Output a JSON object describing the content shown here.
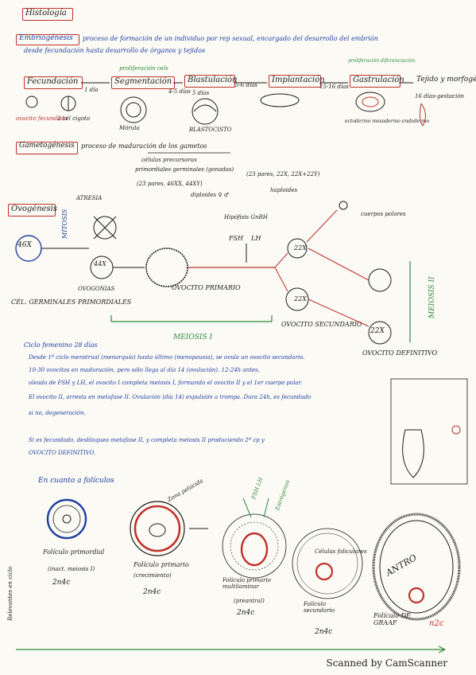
{
  "header": {
    "subject": "Histología"
  },
  "colors": {
    "red_ink": "#c0312b",
    "blue_ink": "#1f3fa0",
    "green_ink": "#2e8a3a",
    "purple_ink": "#7a2f8e",
    "black_ink": "#1c1c1c"
  },
  "intro": {
    "term": "Embriogénesis",
    "line1": "proceso de formación de un individuo por rep sexual, encargado del desarrollo del embrión",
    "line2": "desde fecundación hasta desarrollo de órganos y tejidos"
  },
  "timeline": {
    "steps": [
      {
        "label": "Fecundación",
        "note": "1 día"
      },
      {
        "label": "Segmentación",
        "note": "proliferación cels",
        "time": "4-5 días"
      },
      {
        "label": "Blastulación",
        "note": "5 días",
        "time": "5-6 días"
      },
      {
        "label": "Implantación",
        "time": "15-16 días"
      },
      {
        "label": "Gastrulación",
        "note": "proliferación diferenciación"
      },
      {
        "label": "Tejido y morfogénesis",
        "note": "16 días-gestación"
      }
    ],
    "captions": [
      "ovocito fecundado",
      "2 cél cigoto",
      "Mórula",
      "BLASTOCISTO",
      "ectodermo mesodermo endodermo"
    ]
  },
  "gametogenesis": {
    "term": "Gametogénesis",
    "line": "proceso de maduración de los gametos",
    "cells": "células precursoras",
    "primordial": "primordiales germinales (gonadas)",
    "sperm_note": "(23 pares, 22X, 22X+22Y)",
    "ovule_note": "(23 pares, 46XX, 44XY)",
    "symbols": [
      "diploides ♀ ♂",
      "haploides"
    ]
  },
  "oogenesis": {
    "term": "Ovogénesis",
    "labels": [
      "ATRESIA",
      "MITOSIS",
      "CÉL. GERMINALES PRIMORDIALES",
      "OVOGONIAS",
      "OVOCITO PRIMARIO",
      "OVOCITO SECUNDARIO",
      "OVOCITO DEFINITIVO",
      "MEIOSIS I",
      "MEIOSIS II",
      "Hipófisis GnRH",
      "FSH",
      "LH",
      "cuerpos polares"
    ],
    "counts": [
      "46X",
      "44X",
      "22X",
      "22X",
      "22X"
    ]
  },
  "notes": {
    "cycle": "Ciclo femenino 28 días",
    "p1": "Desde 1º ciclo menstrual (menarquía) hasta último (menopausia), se ovula un ovocito secundario.",
    "p2": "10-30 ovocitos en maduración, pero sólo llega al día 14 (ovulación). 12-24h antes,",
    "p3": "oleada de FSH y LH, el ovocito I completa meiosis I, formando el ovocito II y el 1er cuerpo polar.",
    "p4": "El ovocito II, arresta en metafase II. Ovulación (día 14) expulsión a trompa. Dura 24h, es fecundado",
    "p5": "si no, degeneración.",
    "p6": "Si es fecundado, desbloquea metafase II, y completa meiosis II produciendo 2º cp y",
    "p7": "OVOCITO DEFINITIVO."
  },
  "follicles": {
    "title": "En cuanto a folículos",
    "stages": [
      {
        "name": "Folículo primordial",
        "sub": "(inact. meiosis I)",
        "ploidy": "2n4c"
      },
      {
        "name": "Folículo primario",
        "sub": "(crecimiento)",
        "ploidy": "2n4c"
      },
      {
        "name": "Folículo primario multilaminar",
        "sub": "(preantral)",
        "ploidy": "2n4c"
      },
      {
        "name": "Folículo secundario",
        "sub": "",
        "ploidy": "2n4c"
      },
      {
        "name": "Folículo DE GRAAF",
        "sub": "",
        "ploidy": "n2c"
      }
    ],
    "side_labels": [
      "FSH LH",
      "Estrógenos",
      "ANTRO",
      "Células foliculares",
      "Zona pelúcida"
    ],
    "left_margin": "Relevantes en ciclo"
  },
  "footer": {
    "scanner": "Scanned by CamScanner"
  }
}
